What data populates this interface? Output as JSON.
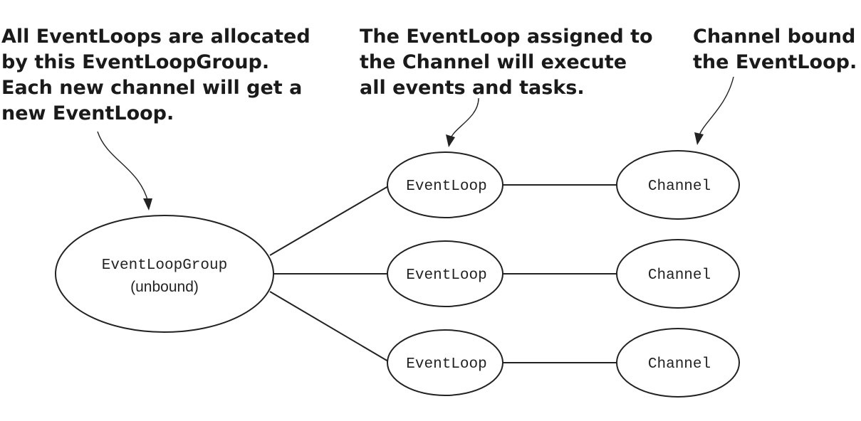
{
  "callouts": {
    "group_note": {
      "lines": [
        "All EventLoops are allocated",
        "by this EventLoopGroup.",
        "Each new channel will get a",
        "new EventLoop."
      ]
    },
    "loop_note": {
      "lines": [
        "The EventLoop assigned to",
        "the Channel will execute",
        "all events and tasks."
      ]
    },
    "channel_note": {
      "lines": [
        "Channel bound to",
        "the EventLoop."
      ]
    }
  },
  "nodes": {
    "group": {
      "label": "EventLoopGroup",
      "sublabel": "(unbound)"
    },
    "event_loops": [
      {
        "label": "EventLoop"
      },
      {
        "label": "EventLoop"
      },
      {
        "label": "EventLoop"
      }
    ],
    "channels": [
      {
        "label": "Channel"
      },
      {
        "label": "Channel"
      },
      {
        "label": "Channel"
      }
    ]
  },
  "edges": [
    {
      "from": "EventLoopGroup",
      "to": "EventLoop 1"
    },
    {
      "from": "EventLoopGroup",
      "to": "EventLoop 2"
    },
    {
      "from": "EventLoopGroup",
      "to": "EventLoop 3"
    },
    {
      "from": "EventLoop 1",
      "to": "Channel 1"
    },
    {
      "from": "EventLoop 2",
      "to": "Channel 2"
    },
    {
      "from": "EventLoop 3",
      "to": "Channel 3"
    }
  ]
}
